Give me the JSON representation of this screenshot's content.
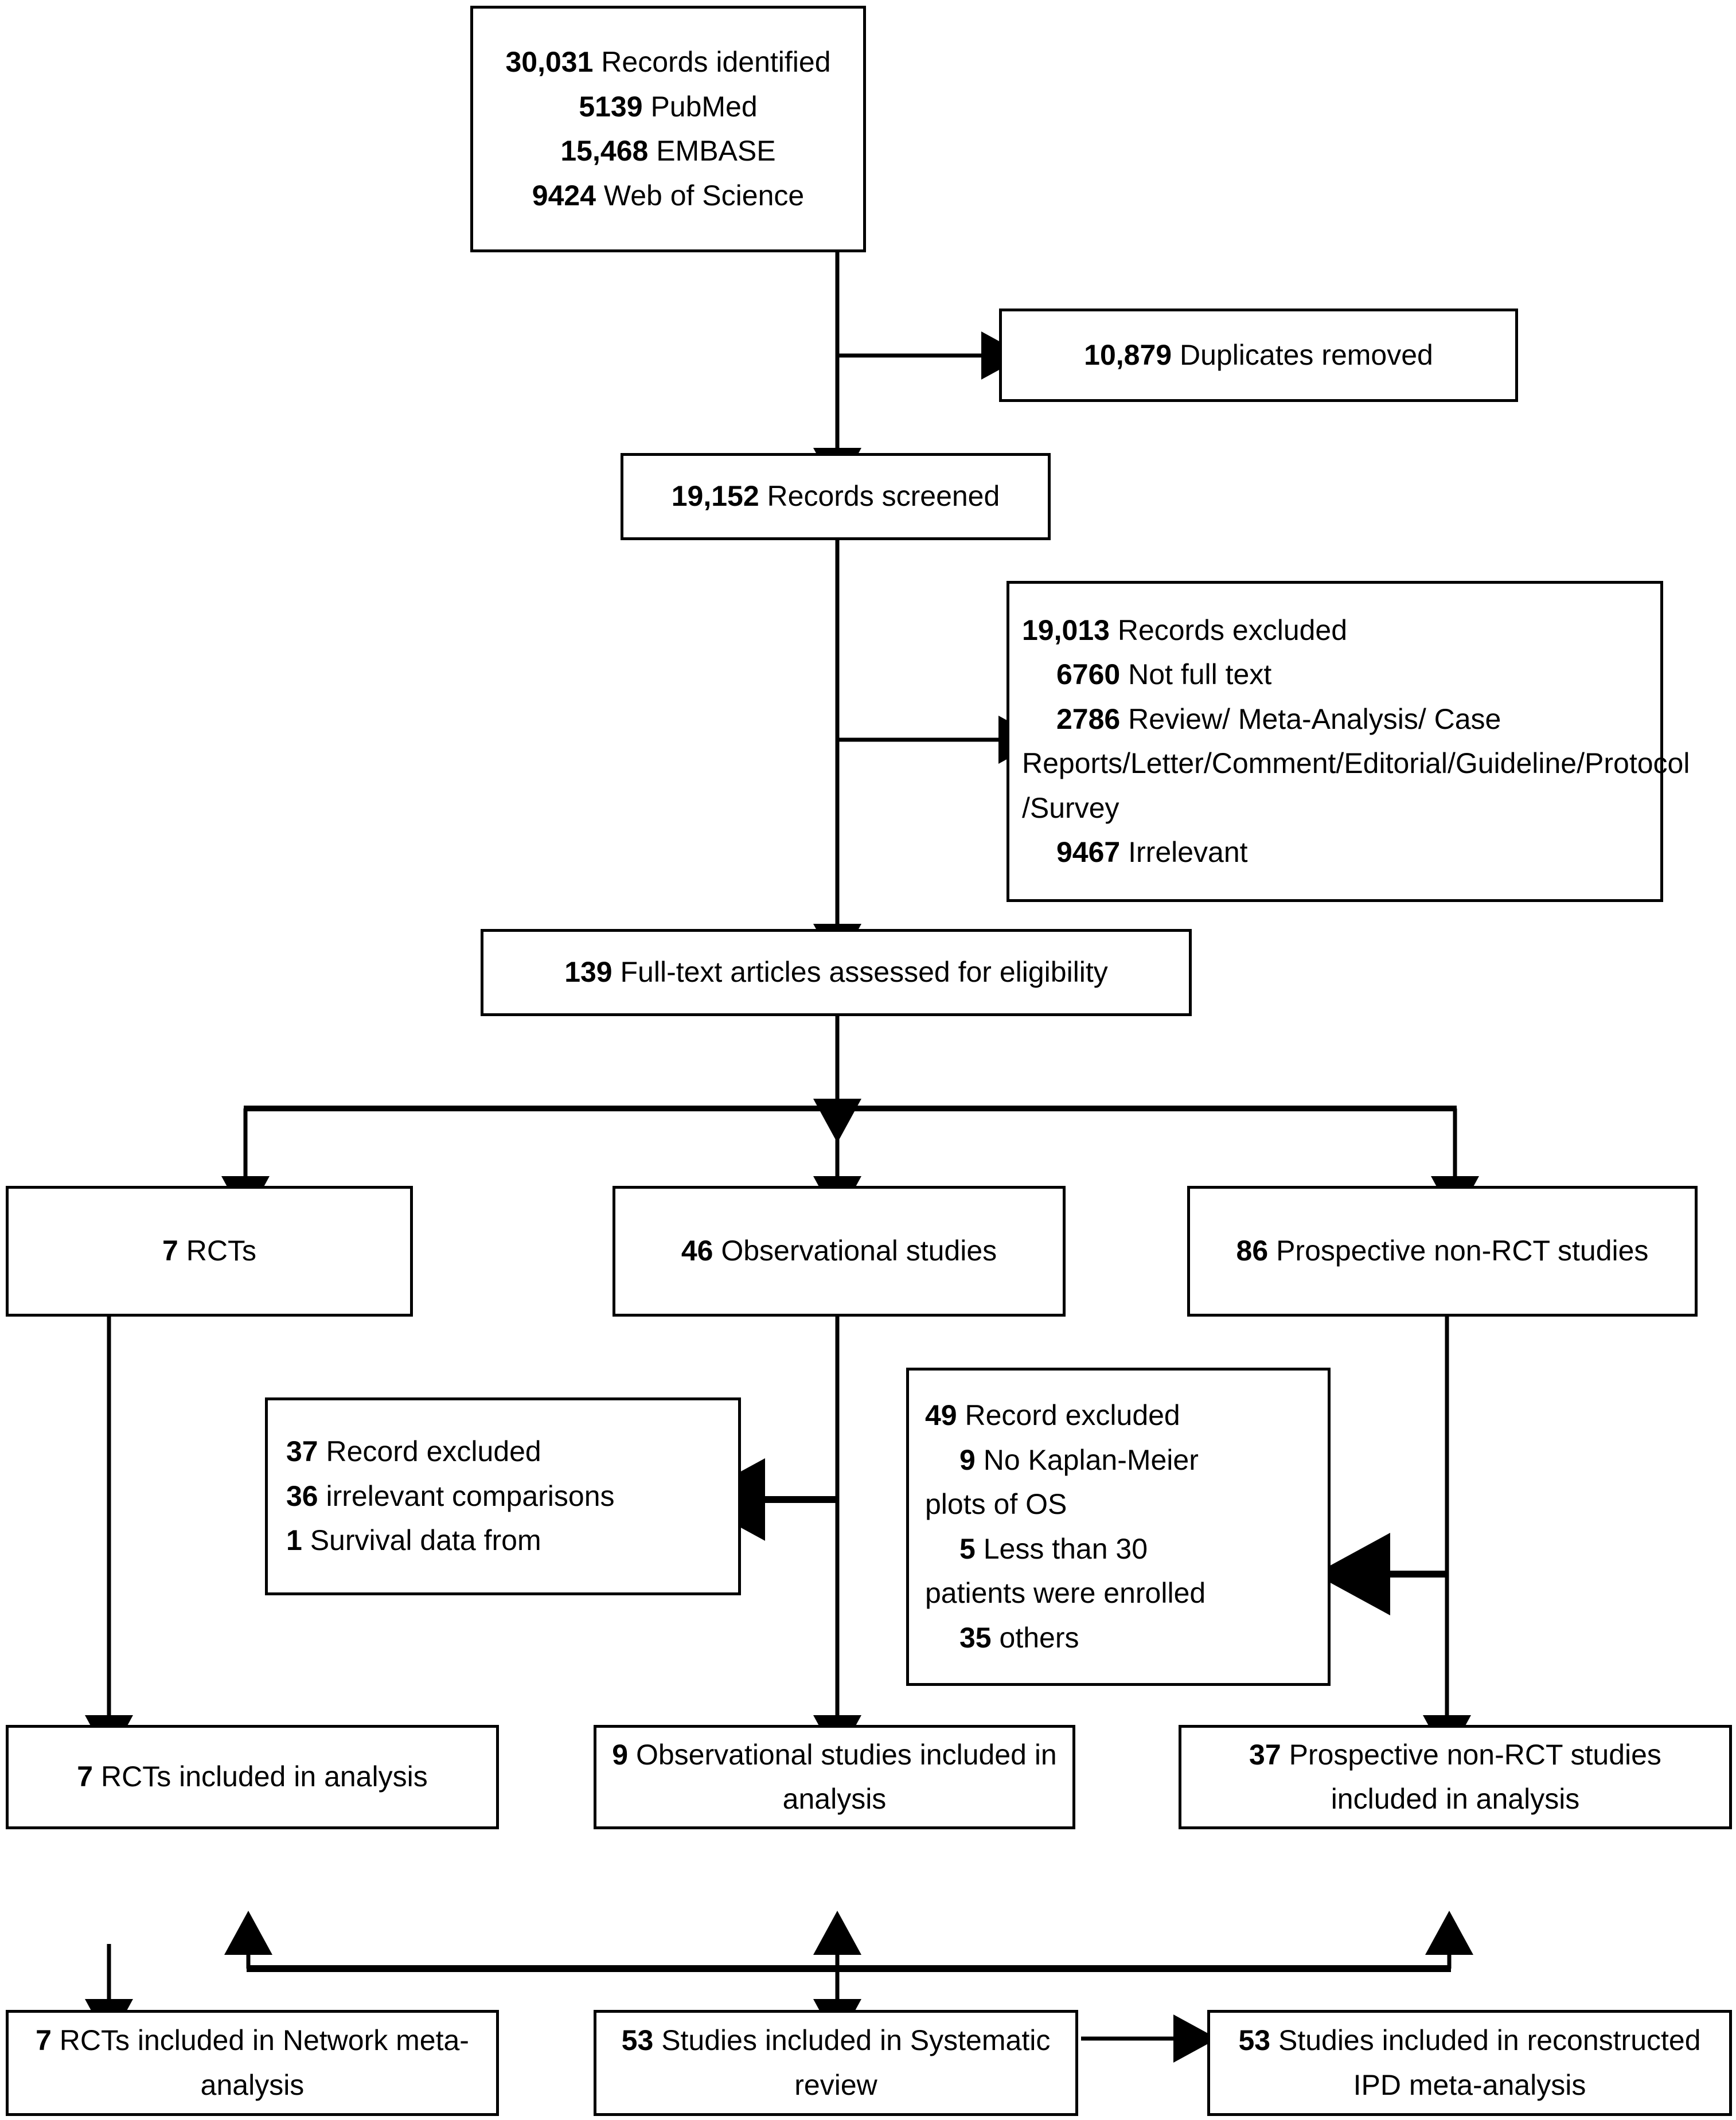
{
  "diagram": {
    "type": "prisma-flow-diagram",
    "boxes": {
      "identified": {
        "lines": [
          {
            "num": "30,031",
            "text": " Records identified"
          },
          {
            "num": "5139",
            "text": " PubMed"
          },
          {
            "num": "15,468",
            "text": " EMBASE"
          },
          {
            "num": "9424",
            "text": " Web of Science"
          }
        ]
      },
      "duplicates": {
        "num": "10,879",
        "text": " Duplicates removed"
      },
      "screened": {
        "num": "19,152",
        "text": " Records screened"
      },
      "records_excluded": {
        "lines": [
          {
            "num": "19,013",
            "text": " Records excluded"
          },
          {
            "num": "6760",
            "text": " Not full text"
          },
          {
            "num": "2786",
            "text": " Review/ Meta-Analysis/ Case"
          },
          {
            "num": "",
            "text": "Reports/Letter/Comment/Editorial/Guideline/Protocol /Survey"
          },
          {
            "num": "9467",
            "text": " Irrelevant"
          }
        ]
      },
      "fulltext": {
        "num": "139",
        "text": " Full-text articles assessed for eligibility"
      },
      "rcts": {
        "num": "7",
        "text": " RCTs"
      },
      "observational": {
        "num": "46",
        "text": " Observational studies"
      },
      "prospective": {
        "num": "86",
        "text": " Prospective non-RCT studies"
      },
      "record_excluded_37": {
        "lines": [
          {
            "num": "37",
            "text": " Record excluded"
          },
          {
            "num": "36",
            "text": " irrelevant comparisons"
          },
          {
            "num": "1",
            "text": " Survival data from"
          }
        ]
      },
      "record_excluded_49": {
        "lines": [
          {
            "num": "49",
            "text": " Record excluded"
          },
          {
            "num": "9",
            "text": " No Kaplan-Meier"
          },
          {
            "num": "",
            "text": "plots of OS"
          },
          {
            "num": "5",
            "text": " Less than 30"
          },
          {
            "num": "",
            "text": "patients were enrolled"
          },
          {
            "num": "35",
            "text": " others"
          }
        ]
      },
      "rcts_included": {
        "num": "7",
        "text": " RCTs included in analysis"
      },
      "observational_included": {
        "num": "9",
        "text": " Observational studies included in analysis"
      },
      "prospective_included": {
        "num": "37",
        "text": " Prospective non-RCT studies included in analysis"
      },
      "network_meta": {
        "num": "7",
        "text": " RCTs included in Network meta-analysis"
      },
      "systematic_review": {
        "num": "53",
        "text": " Studies included in Systematic review"
      },
      "ipd_meta": {
        "num": "53",
        "text": " Studies included in reconstructed IPD meta-analysis"
      }
    },
    "colors": {
      "stroke": "#000000",
      "fill": "#ffffff",
      "text": "#000000"
    }
  }
}
